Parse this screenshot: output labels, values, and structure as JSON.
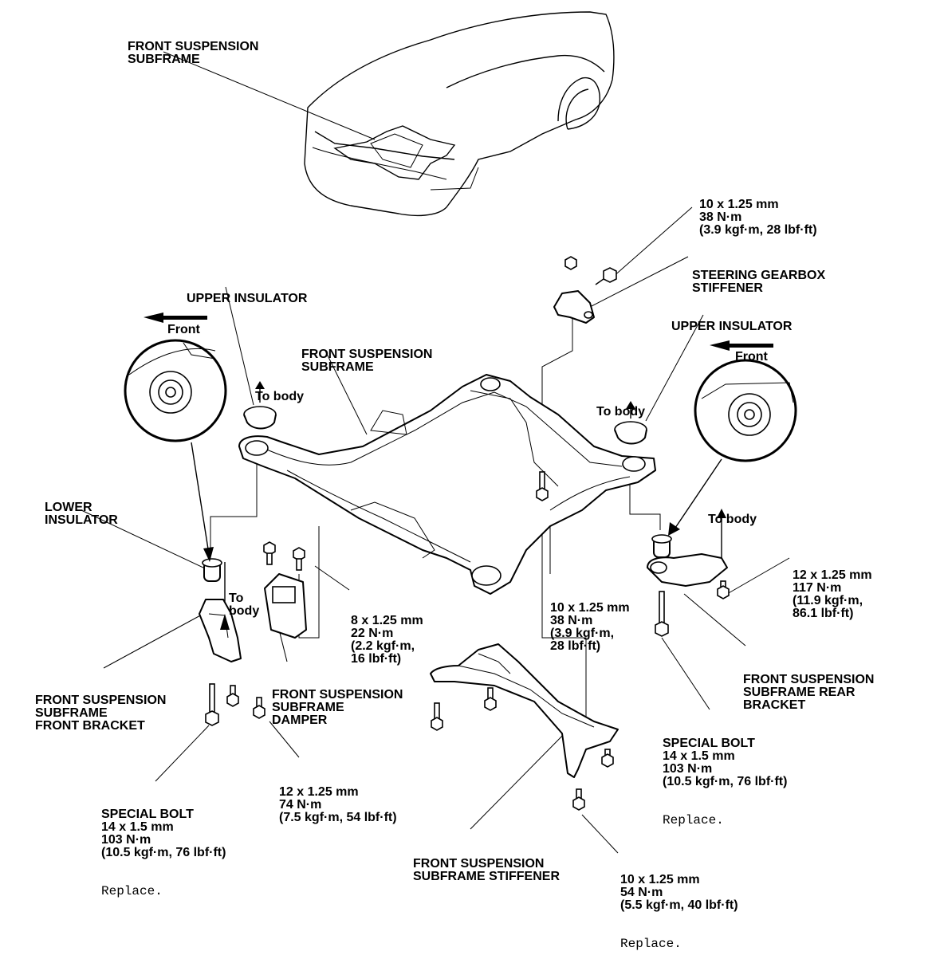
{
  "labels": {
    "car_callout": [
      "FRONT SUSPENSION",
      "SUBFRAME"
    ],
    "upper_insulator_left": [
      "UPPER INSULATOR"
    ],
    "front_left": [
      "Front"
    ],
    "subframe_main": [
      "FRONT SUSPENSION",
      "SUBFRAME"
    ],
    "to_body_left": [
      "To body"
    ],
    "lower_insulator": [
      "LOWER",
      "INSULATOR"
    ],
    "to_body_lower": [
      "To",
      "body"
    ],
    "bolt_8": [
      "8 x 1.25 mm",
      "22 N·m",
      "(2.2 kgf·m,",
      "16 lbf·ft)"
    ],
    "front_bracket": [
      "FRONT SUSPENSION",
      "SUBFRAME",
      "FRONT BRACKET"
    ],
    "damper": [
      "FRONT SUSPENSION",
      "SUBFRAME",
      "DAMPER"
    ],
    "bolt_12_74": [
      "12 x 1.25 mm",
      "74 N·m",
      "(7.5 kgf·m, 54 lbf·ft)"
    ],
    "special_bolt_left": [
      "SPECIAL BOLT",
      "14 x 1.5 mm",
      "103 N·m",
      "(10.5 kgf·m, 76 lbf·ft)"
    ],
    "replace_1": "Replace.",
    "bolt_10_38_top": [
      "10 x 1.25 mm",
      "38 N·m",
      "(3.9 kgf·m, 28 lbf·ft)"
    ],
    "steering_stiffener": [
      "STEERING GEARBOX",
      "STIFFENER"
    ],
    "upper_insulator_right": [
      "UPPER INSULATOR"
    ],
    "front_right": [
      "Front"
    ],
    "to_body_right_top": [
      "To body"
    ],
    "to_body_right_lower": [
      "To body"
    ],
    "bolt_12_117": [
      "12 x 1.25 mm",
      "117 N·m",
      "(11.9 kgf·m,",
      "86.1 lbf·ft)"
    ],
    "bolt_10_38_mid": [
      "10 x 1.25 mm",
      "38 N·m",
      "(3.9 kgf·m,",
      "28 lbf·ft)"
    ],
    "rear_bracket": [
      "FRONT SUSPENSION",
      "SUBFRAME REAR",
      "BRACKET"
    ],
    "special_bolt_right": [
      "SPECIAL BOLT",
      "14 x 1.5 mm",
      "103 N·m",
      "(10.5 kgf·m, 76 lbf·ft)"
    ],
    "replace_2": "Replace.",
    "stiffener": [
      "FRONT SUSPENSION",
      "SUBFRAME STIFFENER"
    ],
    "bolt_10_54": [
      "10 x 1.25 mm",
      "54 N·m",
      "(5.5 kgf·m, 40 lbf·ft)"
    ],
    "replace_3": "Replace."
  },
  "icons": {
    "arrow_left": "front-direction-arrow-icon",
    "arrow_right": "front-direction-arrow-icon"
  }
}
